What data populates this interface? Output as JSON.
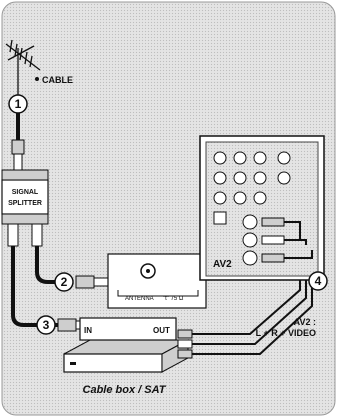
{
  "labels": {
    "cable": "CABLE",
    "signal_splitter_line1": "SIGNAL",
    "signal_splitter_line2": "SPLITTER",
    "antenna": "ANTENNA",
    "antenna_suffix": "\"t\" 75 Ω",
    "box_in": "IN",
    "box_out": "OUT",
    "av2_panel": "AV2",
    "av2_caption_line1": "AV2 :",
    "av2_caption_line2": "L + R + VIDEO",
    "cable_box": "Cable box / SAT"
  },
  "steps": [
    "1",
    "2",
    "3",
    "4"
  ],
  "icons": [
    "tv-antenna-icon",
    "coax-connector-icon",
    "rca-plug-icon"
  ],
  "colors": {
    "frame": "#d9d9d9",
    "panel": "#ffffff",
    "line": "#111111"
  }
}
